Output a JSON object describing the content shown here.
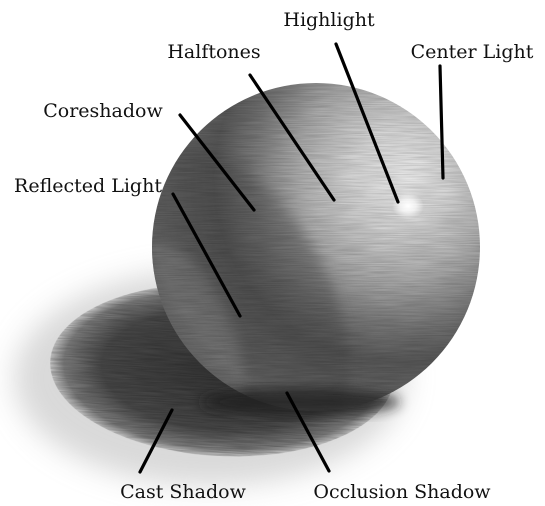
{
  "diagram": {
    "labels": {
      "highlight": "Highlight",
      "halftones": "Halftones",
      "center_light": "Center Light",
      "coreshadow": "Coreshadow",
      "reflected_light": "Reflected Light",
      "cast_shadow": "Cast Shadow",
      "occlusion_shadow": "Occlusion Shadow"
    }
  }
}
